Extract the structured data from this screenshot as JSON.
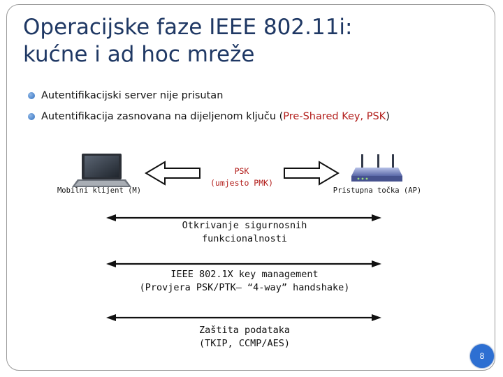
{
  "slide": {
    "title_line1": "Operacijske faze IEEE 802.11i:",
    "title_line2": "kućne i ad hoc mreže",
    "bullets": [
      {
        "text": "Autentifikacijski server nije prisutan"
      },
      {
        "text_before": "Autentifikacija zasnovana na dijeljenom ključu (",
        "text_red": "Pre-Shared Key, PSK",
        "text_after": ")"
      }
    ],
    "page_number": "8"
  },
  "diagram": {
    "client_label": "Mobilni klijent (M)",
    "client_icon": "laptop-icon",
    "ap_label": "Pristupna točka (AP)",
    "ap_icon": "router-icon",
    "psk_line1": "PSK",
    "psk_line2": "(umjesto PMK)",
    "phases": [
      {
        "line1": "Otkrivanje sigurnosnih",
        "line2": "funkcionalnosti"
      },
      {
        "line1": "IEEE 802.1X key management",
        "line2": "(Provjera PSK/PTK– “4-way” handshake)"
      },
      {
        "line1": "Zaštita podataka",
        "line2": "(TKIP, CCMP/AES)"
      }
    ],
    "colors": {
      "accent_red": "#b3201d",
      "title_blue": "#1f3864",
      "bullet_blue": "#2f6fc0",
      "badge_blue": "#2d6fd2"
    }
  }
}
